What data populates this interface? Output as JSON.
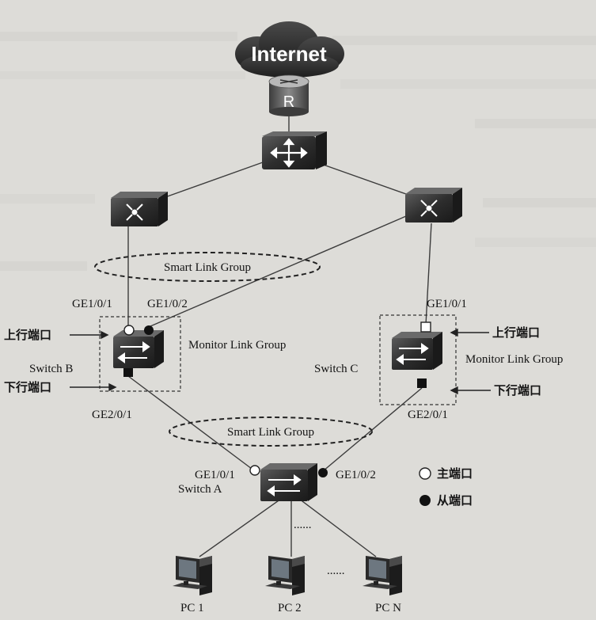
{
  "cloud": {
    "label": "Internet"
  },
  "router": {
    "letter": "R"
  },
  "groups": {
    "smart_link_top": "Smart Link Group",
    "smart_link_bottom": "Smart Link Group",
    "monitor_b": "Monitor Link Group",
    "monitor_c": "Monitor Link Group"
  },
  "switches": {
    "b": "Switch B",
    "c": "Switch C",
    "a": "Switch A"
  },
  "ports": {
    "b_ge101": "GE1/0/1",
    "b_ge102": "GE1/0/2",
    "c_ge101": "GE1/0/1",
    "b_ge201": "GE2/0/1",
    "c_ge201": "GE2/0/1",
    "a_ge101": "GE1/0/1",
    "a_ge102": "GE1/0/2"
  },
  "roles": {
    "uplink_b": "上行端口",
    "downlink_b": "下行端口",
    "uplink_c": "上行端口",
    "downlink_c": "下行端口"
  },
  "legend": {
    "master": "主端口",
    "slave": "从端口"
  },
  "pcs": {
    "pc1": "PC 1",
    "pc2": "PC 2",
    "pcn": "PC N",
    "ellipsis_switch": "......",
    "ellipsis_pcs": "......"
  },
  "colors": {
    "device_dark": "#2a2a2a",
    "line": "#3c3c3c",
    "background": "#dddcd8"
  }
}
